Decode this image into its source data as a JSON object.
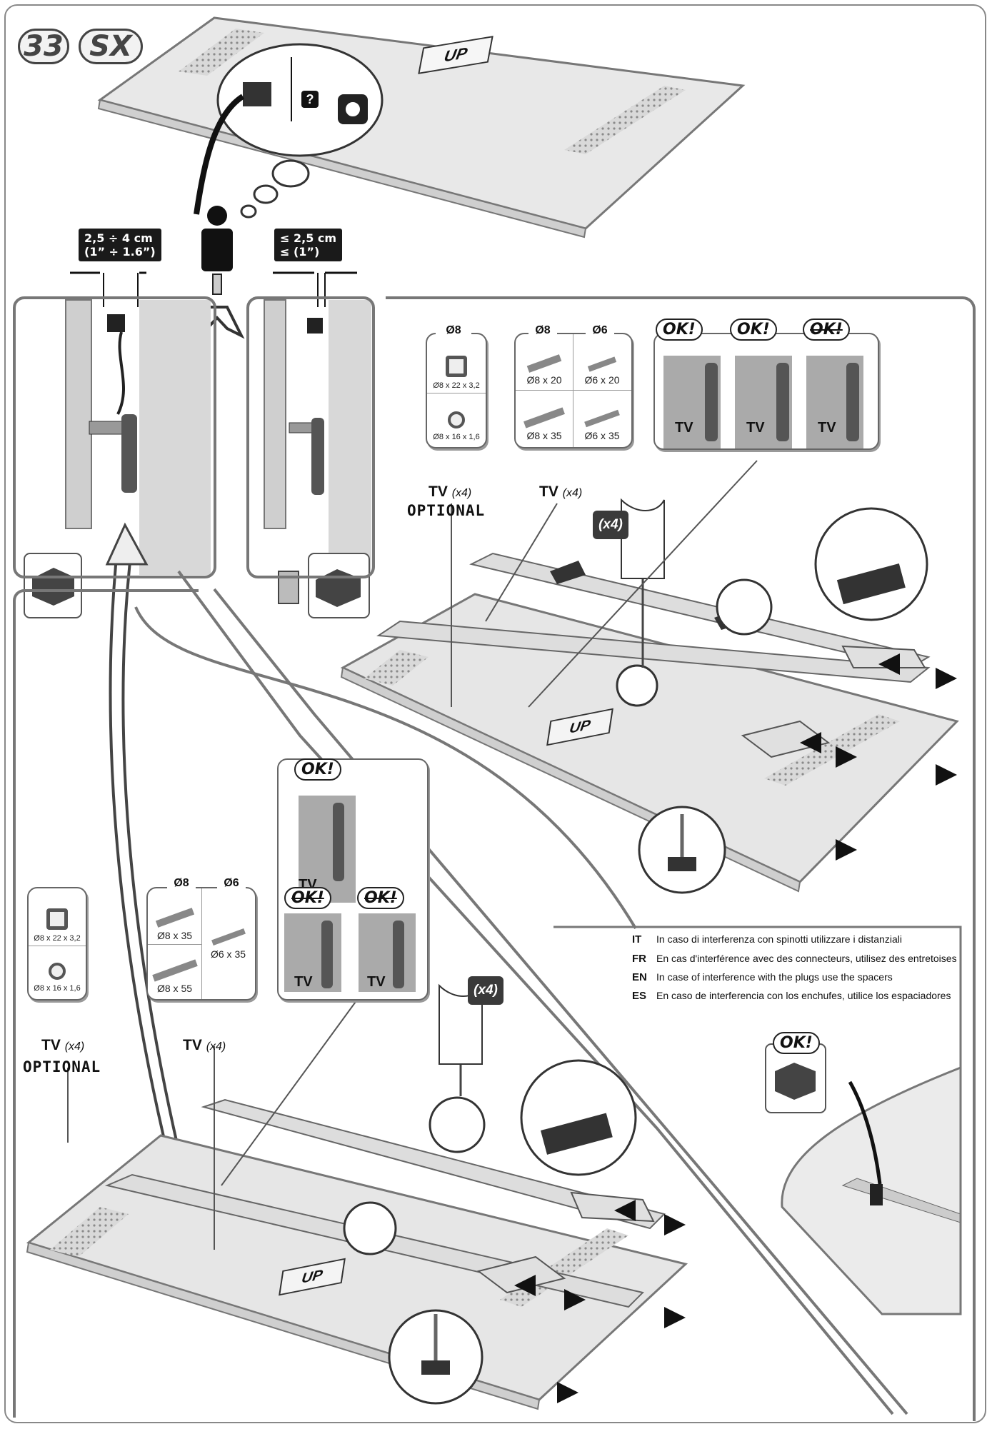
{
  "header": {
    "step_number": "33",
    "side_code": "SX"
  },
  "hint_icon": "?",
  "dimensions": {
    "plug_gap_large": {
      "line1": "2,5 ÷ 4 cm",
      "line2": "(1” ÷ 1.6”)"
    },
    "plug_gap_small": {
      "line1": "≤ 2,5 cm",
      "line2": "≤ (1”)"
    }
  },
  "upper_section": {
    "spacer_card": {
      "head": "Ø8",
      "items": [
        "Ø8 x 22 x 3,2",
        "Ø8 x 16 x 1,6"
      ]
    },
    "screw_card": {
      "heads": [
        "Ø8",
        "Ø6"
      ],
      "items": [
        "Ø8 x 20",
        "Ø6 x 20",
        "Ø8 x 35",
        "Ø6 x 35"
      ]
    },
    "check_card": {
      "ok_labels": [
        "OK!",
        "OK!",
        "OK!"
      ],
      "tv_labels": [
        "TV",
        "TV",
        "TV"
      ]
    },
    "tv_optional": {
      "tv": "TV",
      "qty": "(x4)",
      "optional": "OPTIONAL"
    },
    "tv_screws": {
      "tv": "TV",
      "qty": "(x4)"
    },
    "x4_badge": "(x4)",
    "up_label": "UP"
  },
  "lower_section": {
    "spacer_card": {
      "items": [
        "Ø8 x 22 x 3,2",
        "Ø8 x 16 x 1,6"
      ]
    },
    "screw_card": {
      "heads": [
        "Ø8",
        "Ø6"
      ],
      "items": [
        "Ø8 x 35",
        "Ø6 x 35",
        "Ø8 x 55"
      ]
    },
    "check_card": {
      "ok_labels": [
        "OK!",
        "OK!",
        "OK!"
      ],
      "tv_labels": [
        "TV",
        "TV",
        "TV"
      ]
    },
    "tv_optional": {
      "tv": "TV",
      "qty": "(x4)",
      "optional": "OPTIONAL"
    },
    "tv_screws": {
      "tv": "TV",
      "qty": "(x4)"
    },
    "x4_badge": "(x4)",
    "up_label": "UP"
  },
  "top_up_label": "UP",
  "notes": [
    {
      "lang": "IT",
      "text": "In caso di interferenza con spinotti utilizzare i distanziali"
    },
    {
      "lang": "FR",
      "text": "En cas d'interférence avec des connecteurs, utilisez des entretoises"
    },
    {
      "lang": "EN",
      "text": "In case of interference with the plugs use the spacers"
    },
    {
      "lang": "ES",
      "text": "En caso de interferencia con los enchufes, utilice los espaciadores"
    }
  ],
  "detail_ok": "OK!",
  "colors": {
    "line": "#777777",
    "dark": "#1a1a1a",
    "panel_fill": "#e6e6e6"
  }
}
